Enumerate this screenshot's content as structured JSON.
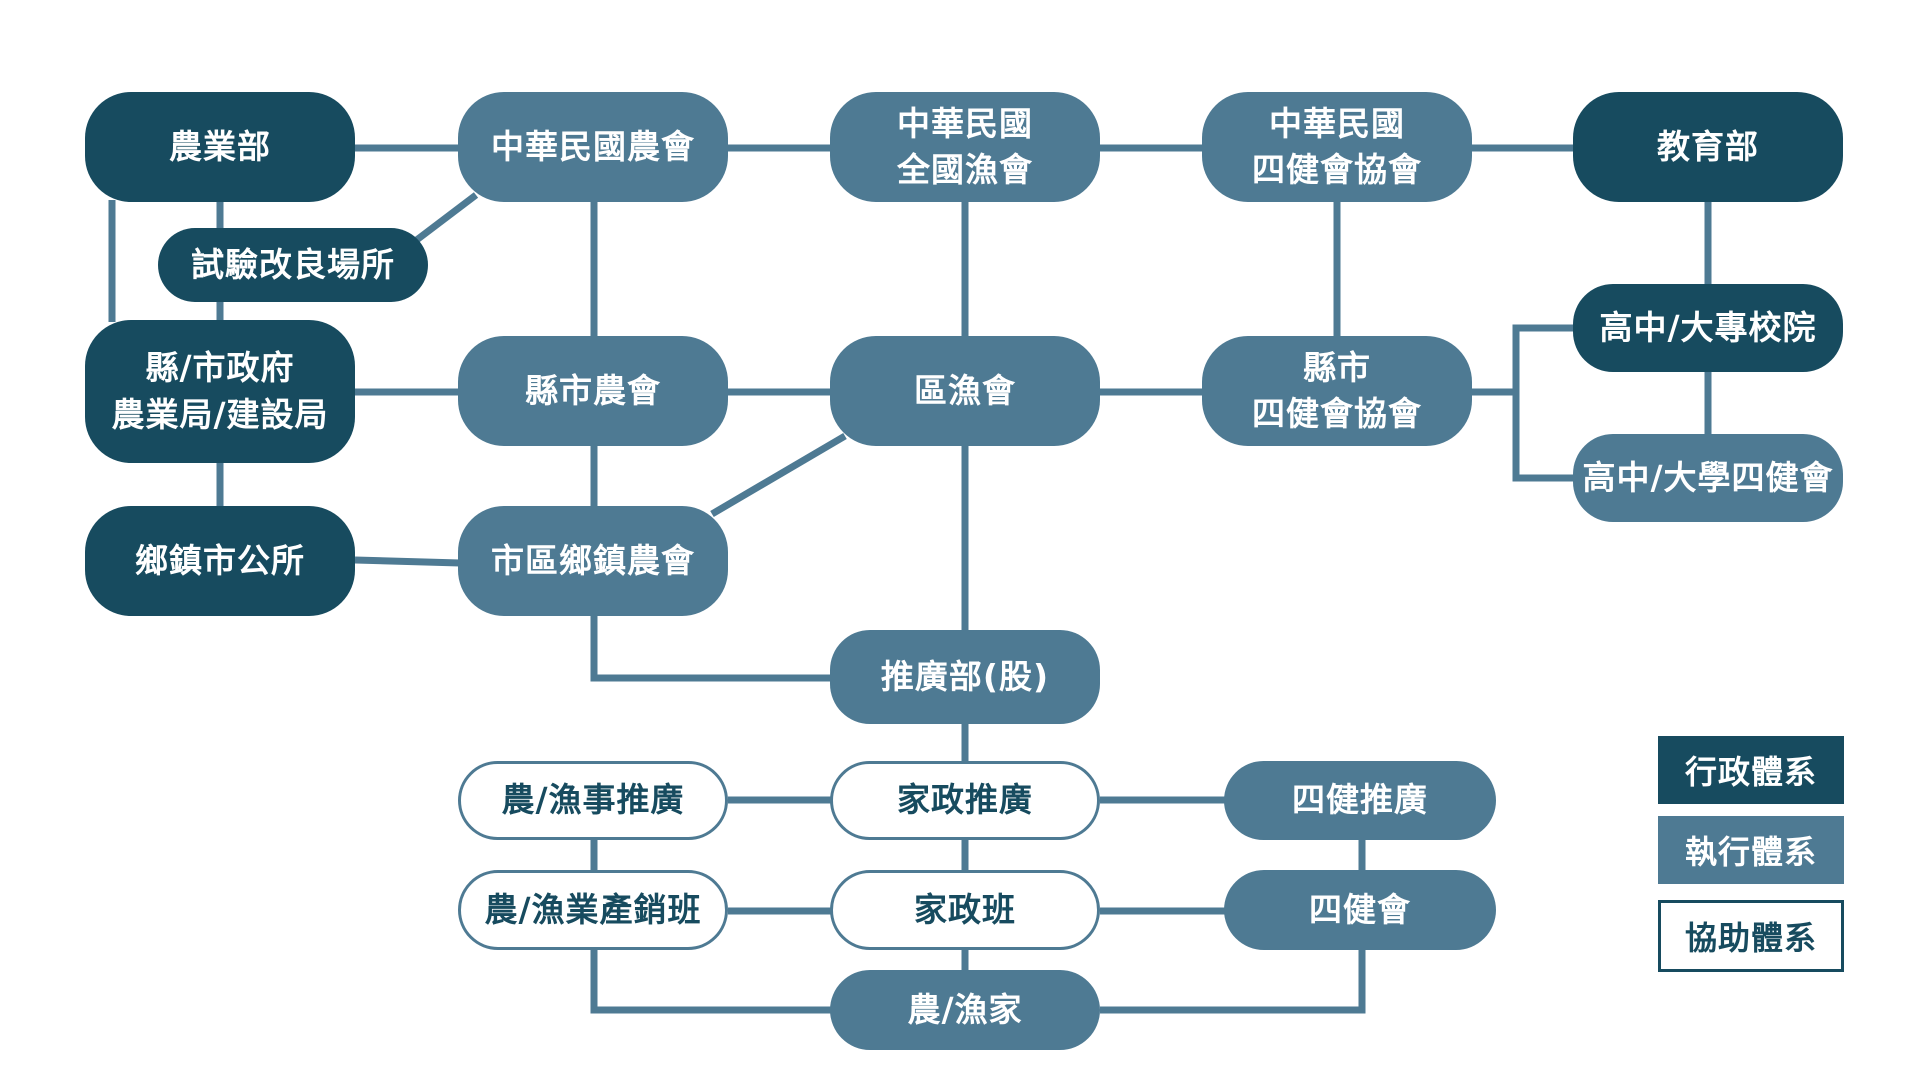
{
  "colors": {
    "admin": "#174b5f",
    "exec": "#4e7a93",
    "assist_bg": "#ffffff",
    "line": "#4e7a93"
  },
  "nodes": {
    "coa": "農業部",
    "farmers_assoc_national": "中華民國農會",
    "fishermen_assoc_national": "中華民國\n全國漁會",
    "fourh_assoc_national": "中華民國\n四健會協會",
    "moe": "教育部",
    "research_station": "試驗改良場所",
    "county_gov": "縣/市政府\n農業局/建設局",
    "county_farmers_assoc": "縣市農會",
    "district_fishermen_assoc": "區漁會",
    "county_fourh_assoc": "縣市\n四健會協會",
    "high_school_college": "高中/大專校院",
    "high_school_fourh": "高中/大學四健會",
    "township_office": "鄉鎮市公所",
    "township_farmers_assoc": "市區鄉鎮農會",
    "extension_dept": "推廣部(股)",
    "agri_fish_extension": "農/漁事推廣",
    "home_econ_extension": "家政推廣",
    "fourh_extension": "四健推廣",
    "production_class": "農/漁業產銷班",
    "home_econ_class": "家政班",
    "fourh_club": "四健會",
    "farm_family": "農/漁家"
  },
  "legend": {
    "admin": "行政體系",
    "exec": "執行體系",
    "assist": "協助體系"
  }
}
